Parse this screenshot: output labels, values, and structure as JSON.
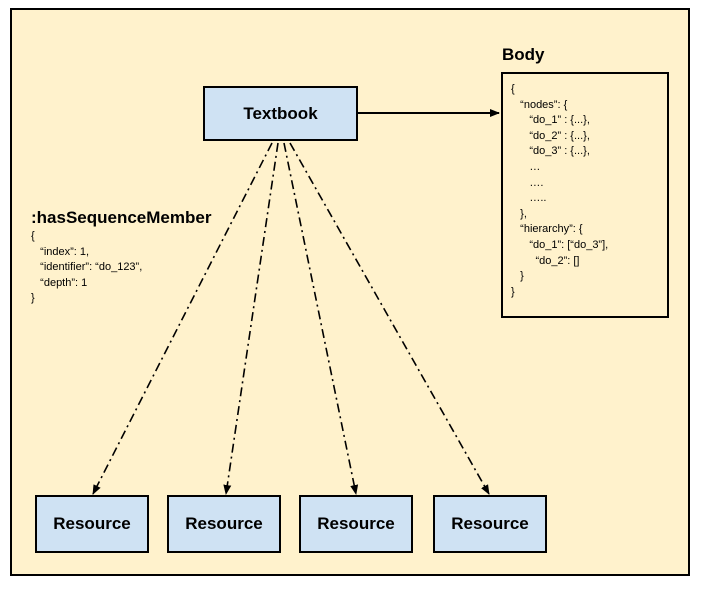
{
  "diagram": {
    "textbook_label": "Textbook",
    "resources": [
      "Resource",
      "Resource",
      "Resource",
      "Resource"
    ],
    "body": {
      "title": "Body",
      "lines": [
        "{",
        "   “nodes”: {",
        "      “do_1” : {...},",
        "      “do_2” : {...},",
        "      “do_3” : {...},",
        "      …",
        "      ….",
        "      …..",
        "   },",
        "   “hierarchy”: {",
        "      “do_1”: [“do_3”],",
        "        “do_2”: []",
        "   }",
        "}"
      ]
    },
    "sequence_member": {
      "title": ":hasSequenceMember",
      "lines": [
        "{",
        "   “index”: 1,",
        "   “identifier”: “do_123”,",
        "   “depth”: 1",
        "}"
      ]
    }
  }
}
